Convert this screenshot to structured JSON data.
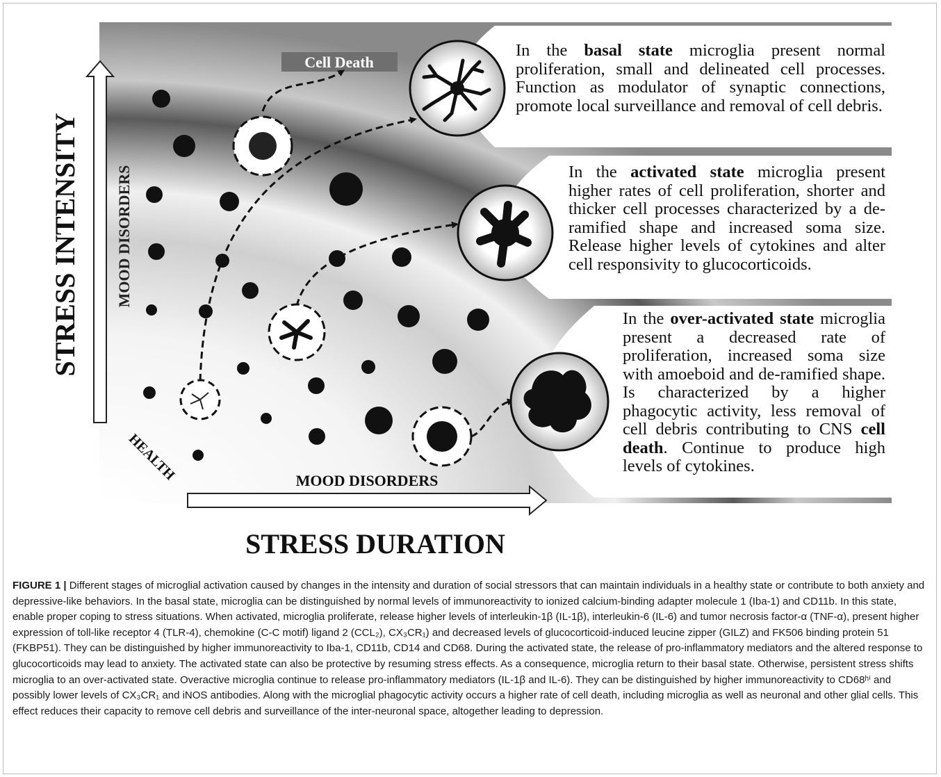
{
  "axes": {
    "y_title": "STRESS INTENSITY",
    "x_title": "STRESS DURATION",
    "health_label": "HEALTH",
    "mood_vertical": "MOOD DISORDERS",
    "mood_horizontal": "MOOD DISORDERS"
  },
  "cell_death_label": "Cell Death",
  "panels": [
    {
      "pre": "In the ",
      "bold": "basal state",
      "post": " microglia present normal proliferation, small and delineated cell processes. Function as modulator of synaptic connections, promote local surveillance and removal of cell debris."
    },
    {
      "pre": "In the ",
      "bold": "activated state",
      "post": " microglia present higher rates of cell proliferation, shorter and thicker cell processes characterized by a de-ramified shape and increased soma size. Release higher levels of cytokines and alter cell responsivity to glucocorticoids."
    },
    {
      "pre": "In the ",
      "bold": "over-activated state",
      "post": " microglia present a decreased rate of proliferation, increased soma size with amoeboid and de-ramified shape. Is characterized by a higher phagocytic activity, less removal of cell debris contributing to CNS ",
      "bold2": "cell death",
      "post2": ". Continue to produce high levels of cytokines."
    }
  ],
  "caption": {
    "label": "FIGURE 1 |",
    "text": "Different stages of microglial activation caused by changes in the intensity and duration of social stressors that can maintain individuals in a healthy state or contribute to both anxiety and depressive-like behaviors. In the basal state, microglia can be distinguished by normal levels of immunoreactivity to ionized calcium-binding adapter molecule 1 (Iba-1) and CD11b. In this state, enable proper coping to stress situations. When activated, microglia proliferate, release higher levels of interleukin-1β (IL-1β), interleukin-6 (IL-6) and tumor necrosis factor-α (TNF-α), present higher expression of toll-like receptor 4 (TLR-4), chemokine (C-C motif) ligand 2 (CCL₂), CX₃CR₁) and decreased levels of glucocorticoid-induced leucine zipper (GILZ) and FK506 binding protein 51 (FKBP51). They can be distinguished by higher immunoreactivity to Iba-1, CD11b, CD14 and CD68. During the activated state, the release of pro-inflammatory mediators and the altered response to glucocorticoids may lead to anxiety. The activated state can also be protective by resuming stress effects. As a consequence, microglia return to their basal state. Otherwise, persistent stress shifts microglia to an over-activated state. Overactive microglia continue to release pro-inflammatory mediators (IL-1β and IL-6). They can be distinguished by higher immunoreactivity to CD68ʰⁱ and possibly lower levels of CX₃CR₁ and iNOS antibodies. Along with the microglial phagocytic activity occurs a higher rate of cell death, including microglia as well as neuronal and other glial cells. This effect reduces their capacity to remove cell debris and surveillance of the inter-neuronal space, altogether leading to depression."
  }
}
